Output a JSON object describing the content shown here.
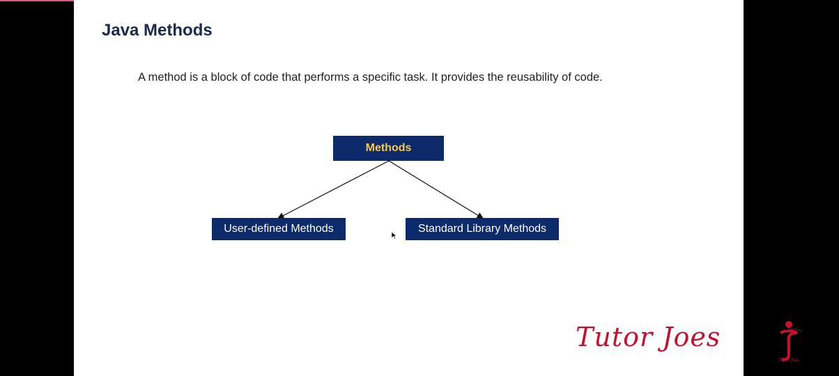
{
  "progress": 0.45,
  "slide": {
    "title": "Java Methods",
    "text": "A method is a block of code that performs a specific task. It provides the reusability of code."
  },
  "diagram": {
    "root": "Methods",
    "children": [
      "User-defined Methods",
      "Standard Library Methods"
    ]
  },
  "branding": {
    "name": "Tutor Joes",
    "logo_caption": "Tutor Joes"
  },
  "colors": {
    "box_fill": "#0d2a6b",
    "root_text": "#f5c84a",
    "brand": "#c8102e",
    "progress": "#e8508a"
  }
}
